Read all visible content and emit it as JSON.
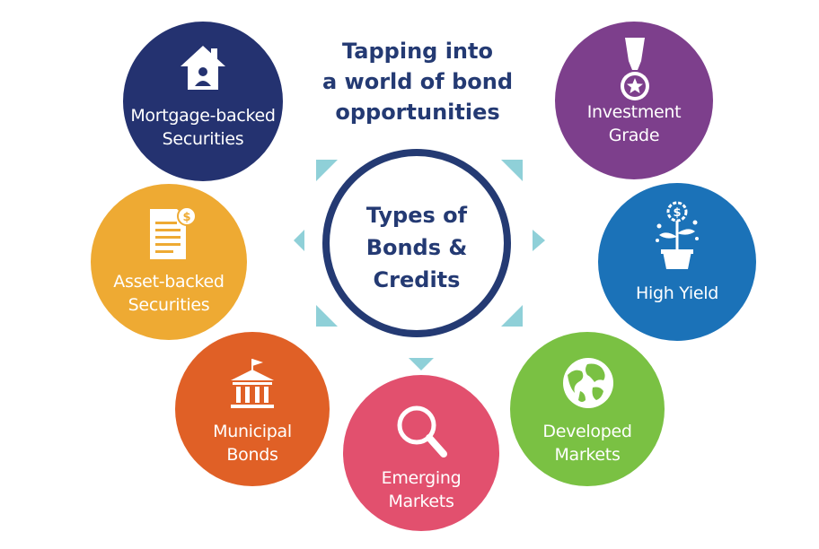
{
  "headline": {
    "line1": "Tapping into",
    "line2": "a world of bond",
    "line3": "opportunities"
  },
  "center": {
    "line1": "Types of",
    "line2": "Bonds &",
    "line3": "Credits"
  },
  "categories": {
    "mortgage_backed": {
      "line1": "Mortgage-backed",
      "line2": "Securities",
      "icon": "house-icon",
      "color": "#243270"
    },
    "asset_backed": {
      "line1": "Asset-backed",
      "line2": "Securities",
      "icon": "document-dollar-icon",
      "color": "#eeaa33"
    },
    "municipal": {
      "line1": "Municipal",
      "line2": "Bonds",
      "icon": "government-building-icon",
      "color": "#e06026"
    },
    "emerging": {
      "line1": "Emerging",
      "line2": "Markets",
      "icon": "magnifier-icon",
      "color": "#e2506e"
    },
    "developed": {
      "line1": "Developed",
      "line2": "Markets",
      "icon": "globe-icon",
      "color": "#7ac143"
    },
    "high_yield": {
      "line1": "High Yield",
      "icon": "money-plant-icon",
      "color": "#1b72b8"
    },
    "investment_grade": {
      "line1": "Investment",
      "line2": "Grade",
      "icon": "medal-icon",
      "color": "#7d3f8c"
    }
  },
  "colors": {
    "navy": "#243a73",
    "arrow": "#8fd0d8"
  }
}
